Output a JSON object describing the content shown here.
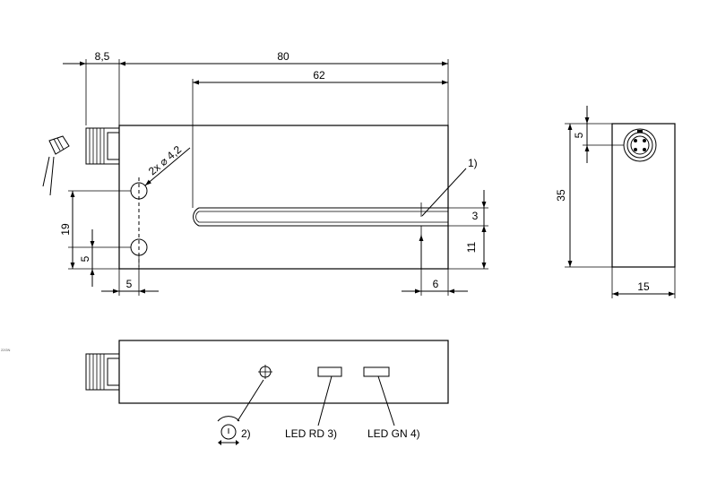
{
  "dimensions": {
    "length_total": "80",
    "slot_depth": "62",
    "connector_offset": "8,5",
    "hole_spacing_height": "19",
    "hole_bottom_offset": "5",
    "hole_side_offset": "5",
    "hole_callout": "2x ⌀ 4,2",
    "slot_width": "3",
    "slot_bottom_height": "11",
    "slot_end_offset": "6",
    "side_height": "35",
    "side_connector_offset": "5",
    "side_width": "15"
  },
  "callouts": {
    "note_1": "1)",
    "note_2": "2)",
    "led_red": "LED RD 3)",
    "led_green": "LED GN 4)"
  },
  "watermark": "22GN"
}
